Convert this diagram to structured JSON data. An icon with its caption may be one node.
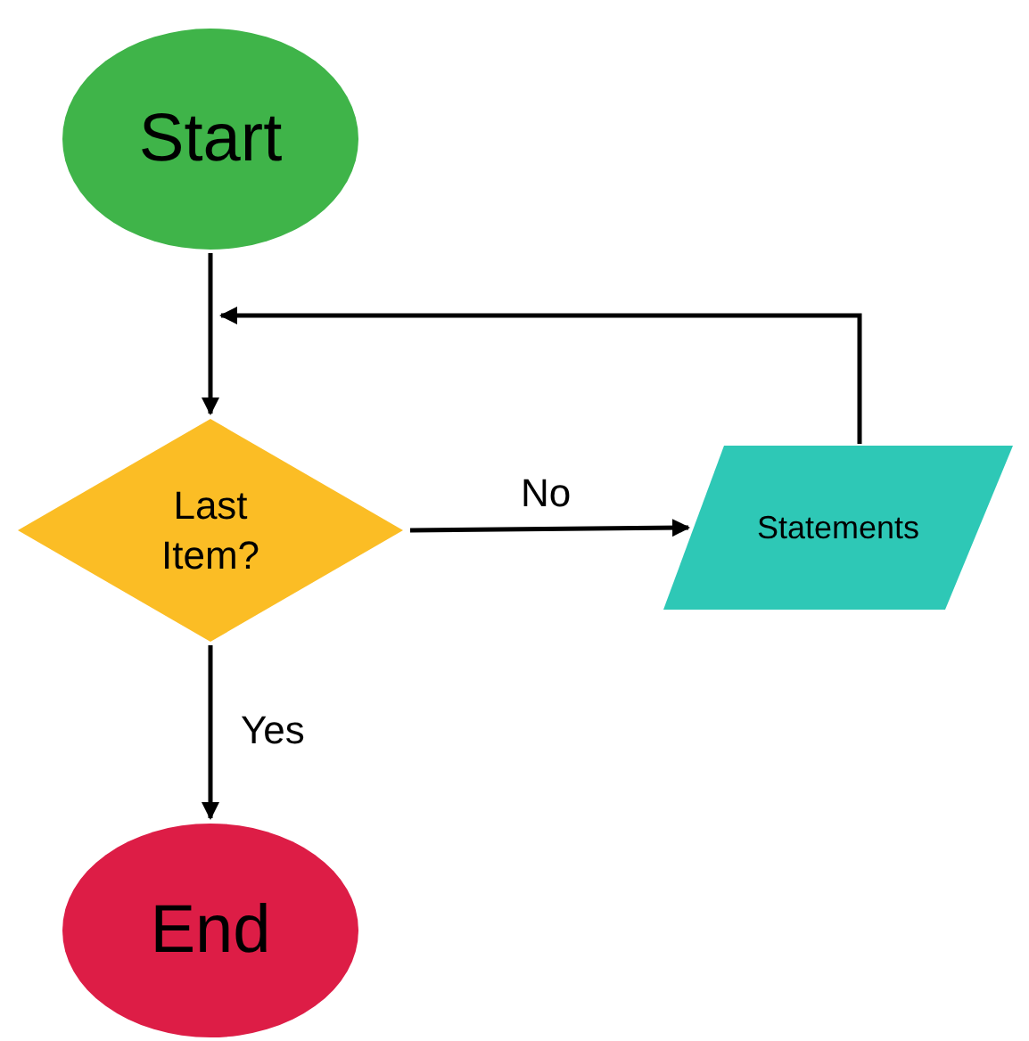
{
  "diagram": {
    "nodes": [
      {
        "text": [
          "Start"
        ]
      },
      {
        "text": [
          "Last Item?"
        ]
      },
      {
        "text": [
          "Statements"
        ]
      },
      {
        "text": [
          "End"
        ]
      }
    ],
    "edges": [
      {
        "from": 0,
        "to": 1,
        "arrow": "to"
      },
      {
        "from": 1,
        "to": 2,
        "arrow": "to",
        "label": "No"
      },
      {
        "from": 2,
        "to": null,
        "arrow": "to"
      },
      {
        "from": 1,
        "to": 3,
        "arrow": "to",
        "label": "Yes"
      }
    ]
  }
}
